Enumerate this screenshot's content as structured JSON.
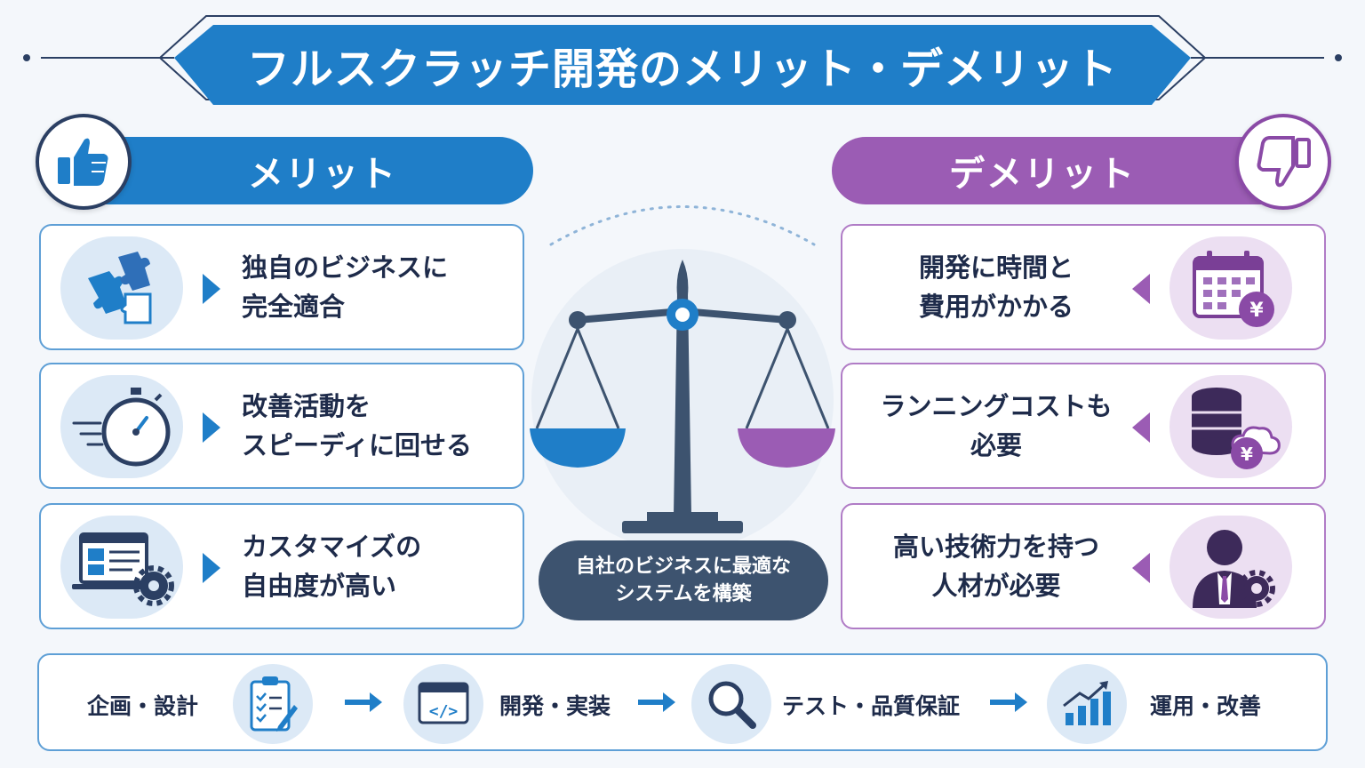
{
  "title": "フルスクラッチ開発のメリット・デメリット",
  "colors": {
    "merit": "#1f7ec8",
    "demerit": "#9b5cb4",
    "navy": "#2b3f63",
    "caption_bg": "#3d536f"
  },
  "merit": {
    "header": "メリット",
    "badge_icon": "thumbs-up-icon",
    "items": [
      {
        "icon": "puzzle-icon",
        "lines": [
          "独自のビジネスに",
          "完全適合"
        ]
      },
      {
        "icon": "stopwatch-icon",
        "lines": [
          "改善活動を",
          "スピーディに回せる"
        ]
      },
      {
        "icon": "laptop-gear-icon",
        "lines": [
          "カスタマイズの",
          "自由度が高い"
        ]
      }
    ]
  },
  "demerit": {
    "header": "デメリット",
    "badge_icon": "thumbs-down-icon",
    "items": [
      {
        "icon": "calendar-yen-icon",
        "lines": [
          "開発に時間と",
          "費用がかかる"
        ]
      },
      {
        "icon": "database-cloud-yen-icon",
        "lines": [
          "ランニングコストも",
          "必要"
        ]
      },
      {
        "icon": "engineer-gear-icon",
        "lines": [
          "高い技術力を持つ",
          "人材が必要"
        ]
      }
    ]
  },
  "center": {
    "icon": "balance-scale-icon",
    "caption_lines": [
      "自社のビジネスに最適な",
      "システムを構築"
    ]
  },
  "process": {
    "steps": [
      {
        "label": "企画・設計",
        "icon": "clipboard-checklist-icon"
      },
      {
        "label": "開発・実装",
        "icon": "code-window-icon"
      },
      {
        "label": "テスト・品質保証",
        "icon": "magnifier-icon"
      },
      {
        "label": "運用・改善",
        "icon": "growth-chart-icon"
      }
    ]
  }
}
